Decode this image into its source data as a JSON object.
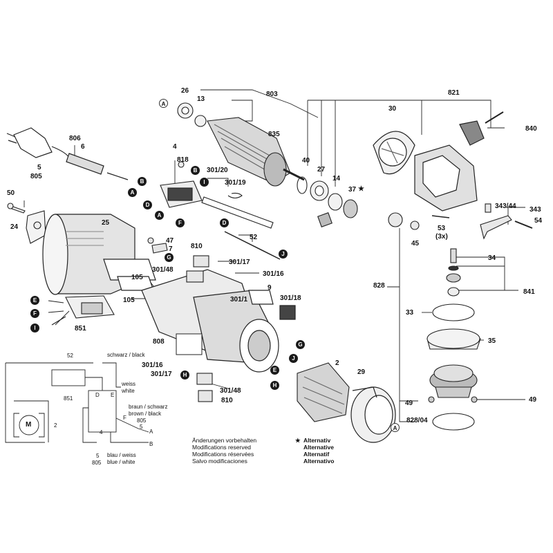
{
  "part_numbers": {
    "p26": "26",
    "p13": "13",
    "p803": "803",
    "p821": "821",
    "p30": "30",
    "p840": "840",
    "p835": "835",
    "p806": "806",
    "p6": "6",
    "p5a": "5",
    "p805a": "805",
    "p4": "4",
    "p818": "818",
    "p301_20": "301/20",
    "p40": "40",
    "p27": "27",
    "p14": "14",
    "p37": "37",
    "p50": "50",
    "p24": "24",
    "p25": "25",
    "p301_19": "301/19",
    "p343_44": "343/44",
    "p343": "343",
    "p54": "54",
    "p53": "53",
    "p53_3x": "(3x)",
    "p45": "45",
    "p52a": "52",
    "p47": "47",
    "p7": "7",
    "p810a": "810",
    "p301_17a": "301/17",
    "p301_48a": "301/48",
    "p301_16a": "301/16",
    "p105a": "105",
    "p105b": "105",
    "p9": "9",
    "p301_1": "301/1",
    "p301_18": "301/18",
    "p34": "34",
    "p828": "828",
    "p841": "841",
    "p33": "33",
    "p35": "35",
    "p851a": "851",
    "p808": "808",
    "p2": "2",
    "p29": "29",
    "p301_16b": "301/16",
    "p301_17b": "301/17",
    "p301_48b": "301/48",
    "p810b": "810",
    "p49a": "49",
    "p49b": "49",
    "p828_04": "828/04"
  },
  "callouts": {
    "A1": "A",
    "A2": "A",
    "A3": "A",
    "A4": "A",
    "B1": "B",
    "B2": "B",
    "D1": "D",
    "D2": "D",
    "I1": "I",
    "F1": "F",
    "J1": "J",
    "G1": "G",
    "E1": "E",
    "F2": "F",
    "I2": "I",
    "G2": "G",
    "J2": "J",
    "E2": "E",
    "H1": "H",
    "H2": "H"
  },
  "alternative_marker": "★",
  "wiring": {
    "n52": "52",
    "n851": "851",
    "schwarz": "schwarz / black",
    "weiss": "weiss",
    "white": "white",
    "braun": "braun / schwarz",
    "brown": "brown / black",
    "n805a": "805",
    "n5a": "5",
    "A": "A",
    "B": "B",
    "n4": "4",
    "n2": "2",
    "motor": "M",
    "D": "D",
    "E": "E",
    "F": "F",
    "blau": "blau / weiss",
    "blue": "blue / white",
    "n5b": "5",
    "n805b": "805"
  },
  "notes": {
    "modifications": [
      "Änderungen vorbehalten",
      "Modifications reserved",
      "Modifications réservées",
      "Salvo modificaciones"
    ],
    "alternative": [
      "Alternativ",
      "Alternative",
      "Alternatif",
      "Alternativo"
    ]
  }
}
